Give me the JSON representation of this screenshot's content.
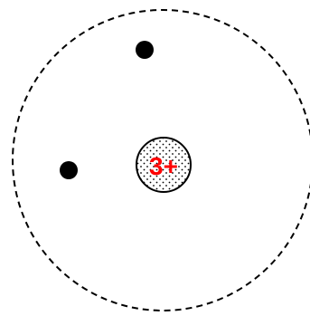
{
  "diagram": {
    "nucleus": {
      "charge_label": "3+",
      "label_color": "#ff0000",
      "fill_pattern": "dotted"
    },
    "electron_count": 2,
    "orbit_style": "dashed",
    "colors": {
      "outline": "#000000",
      "electron": "#000000",
      "background": "#ffffff"
    }
  }
}
